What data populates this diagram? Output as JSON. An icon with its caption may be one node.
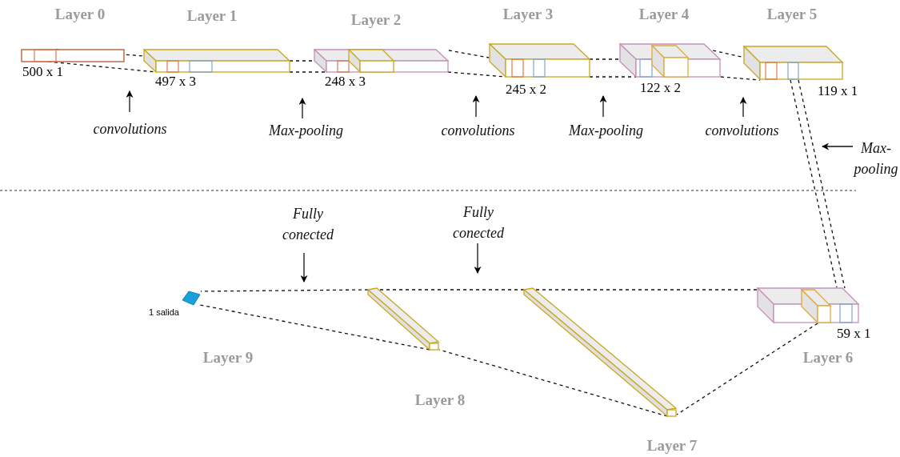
{
  "diagram": {
    "nodes": [
      {
        "text": [],
        "shape": "box",
        "beside": [
          "Layer 0",
          "500 x 1"
        ]
      },
      {
        "text": [],
        "shape": "box",
        "beside": [
          "Layer 1",
          "497 x 3"
        ]
      },
      {
        "text": [],
        "shape": "box",
        "beside": [
          "Layer 2",
          "248 x 3"
        ]
      },
      {
        "text": [],
        "shape": "box",
        "beside": [
          "Layer 3",
          "245 x 2"
        ]
      },
      {
        "text": [],
        "shape": "box",
        "beside": [
          "Layer 4",
          "122 x 2"
        ]
      },
      {
        "text": [],
        "shape": "box",
        "beside": [
          "Layer 5",
          "119 x 1"
        ]
      },
      {
        "text": [],
        "shape": "box",
        "beside": [
          "Layer 6",
          "59 x 1"
        ]
      },
      {
        "text": [],
        "shape": "bar",
        "beside": [
          "Layer 7"
        ]
      },
      {
        "text": [],
        "shape": "bar",
        "beside": [
          "Layer 8"
        ]
      },
      {
        "text": [],
        "shape": "box",
        "beside": [
          "Layer 9",
          "1 salida"
        ]
      },
      {
        "text": [
          "convolutions"
        ]
      },
      {
        "text": [
          "Max-pooling"
        ]
      },
      {
        "text": [
          "convolutions"
        ]
      },
      {
        "text": [
          "Max-pooling"
        ]
      },
      {
        "text": [
          "convolutions"
        ]
      },
      {
        "text": [
          "Max- pooling"
        ]
      },
      {
        "text": [
          "Fully conected"
        ]
      },
      {
        "text": [
          "Fully conected"
        ]
      }
    ],
    "edges": [
      {
        "from": 0,
        "to": 1,
        "arrow": "none",
        "style": "dashed"
      },
      {
        "from": 0,
        "to": 1,
        "arrow": "none",
        "style": "dashed"
      },
      {
        "from": 1,
        "to": 2,
        "arrow": "none",
        "style": "dashed"
      },
      {
        "from": 1,
        "to": 2,
        "arrow": "none",
        "style": "dashed"
      },
      {
        "from": 2,
        "to": 3,
        "arrow": "none",
        "style": "dashed"
      },
      {
        "from": 2,
        "to": 3,
        "arrow": "none",
        "style": "dashed"
      },
      {
        "from": 3,
        "to": 4,
        "arrow": "none",
        "style": "dashed"
      },
      {
        "from": 3,
        "to": 4,
        "arrow": "none",
        "style": "dashed"
      },
      {
        "from": 4,
        "to": 5,
        "arrow": "none",
        "style": "dashed"
      },
      {
        "from": 4,
        "to": 5,
        "arrow": "none",
        "style": "dashed"
      },
      {
        "from": 5,
        "to": 6,
        "arrow": "none",
        "style": "dashed"
      },
      {
        "from": 5,
        "to": 6,
        "arrow": "none",
        "style": "dashed"
      },
      {
        "from": 6,
        "to": 7,
        "arrow": "none",
        "style": "dashed"
      },
      {
        "from": 6,
        "to": 7,
        "arrow": "none",
        "style": "dashed"
      },
      {
        "from": 7,
        "to": 8,
        "arrow": "none",
        "style": "dashed"
      },
      {
        "from": 7,
        "to": 8,
        "arrow": "none",
        "style": "dashed"
      },
      {
        "from": 8,
        "to": 9,
        "arrow": "none",
        "style": "dashed"
      },
      {
        "from": 8,
        "to": 9,
        "arrow": "none",
        "style": "dashed"
      },
      {
        "from": 10,
        "to": null,
        "arrow": "to"
      },
      {
        "from": 11,
        "to": null,
        "arrow": "to"
      },
      {
        "from": 12,
        "to": null,
        "arrow": "to"
      },
      {
        "from": 13,
        "to": null,
        "arrow": "to"
      },
      {
        "from": 14,
        "to": null,
        "arrow": "to"
      },
      {
        "from": 15,
        "to": null,
        "arrow": "to"
      },
      {
        "from": 16,
        "to": null,
        "arrow": "to"
      },
      {
        "from": 17,
        "to": null,
        "arrow": "to"
      }
    ]
  }
}
